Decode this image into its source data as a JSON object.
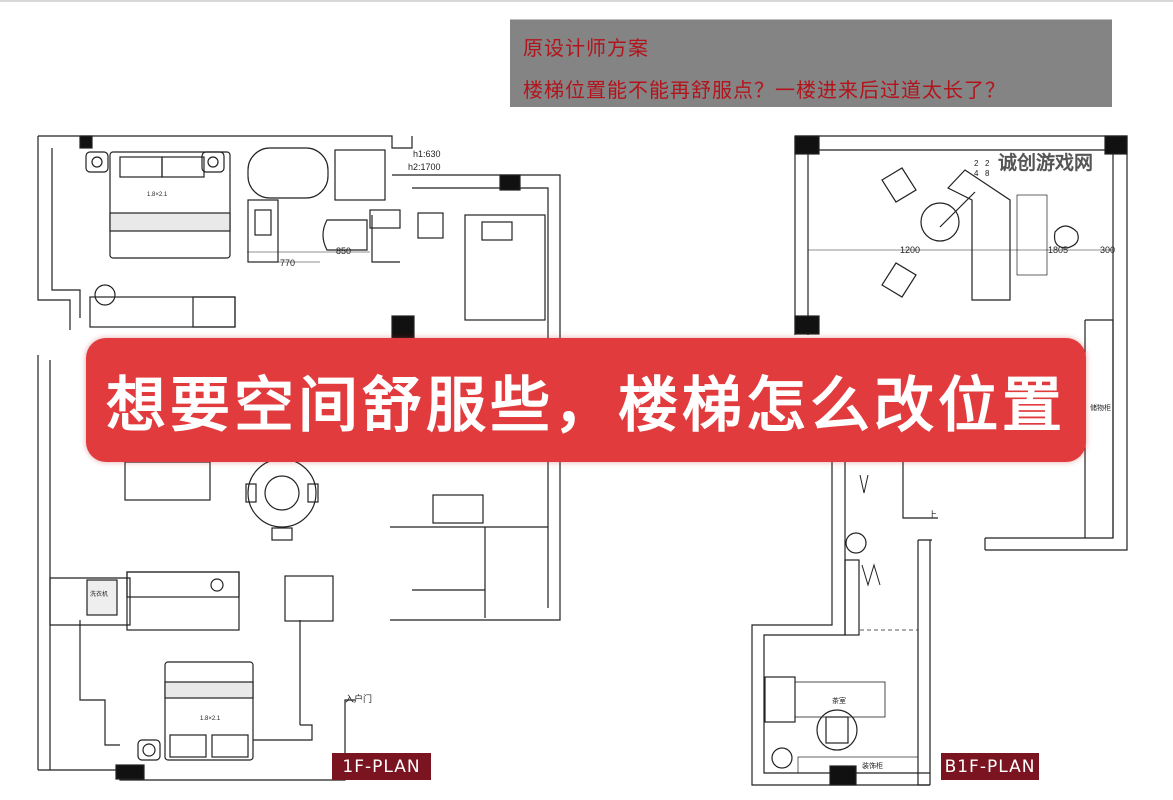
{
  "note": {
    "line1": "原设计师方案",
    "line2": "楼梯位置能不能再舒服点？一楼进来后过道太长了？",
    "text_color": "#b3141c",
    "bg_color": "#848484"
  },
  "banner": {
    "title": "想要空间舒服些，楼梯怎么改位置",
    "bg_color": "#e23b3e"
  },
  "watermark": "诚创游戏网",
  "plan_1f": {
    "label": "1F-PLAN",
    "annotations": {
      "h1": "h1:630",
      "h2": "h2:1700",
      "dim_850": "850",
      "dim_770": "770",
      "bed_top": "1.8×2.1",
      "bed_bottom": "1.8×2.1",
      "entrance": "入户门",
      "appliance": "洗衣机"
    }
  },
  "plan_b1f": {
    "label": "B1F-PLAN",
    "annotations": {
      "dim_1200": "1200",
      "dim_1805": "1805",
      "dim_300": "300",
      "storage": "储物柜",
      "up": "上",
      "tea_room": "茶室",
      "decor_cabinet": "装饰柜",
      "grid_nums": [
        "2",
        "2",
        "4",
        "8"
      ]
    }
  },
  "label_bg_color": "#7a1420"
}
